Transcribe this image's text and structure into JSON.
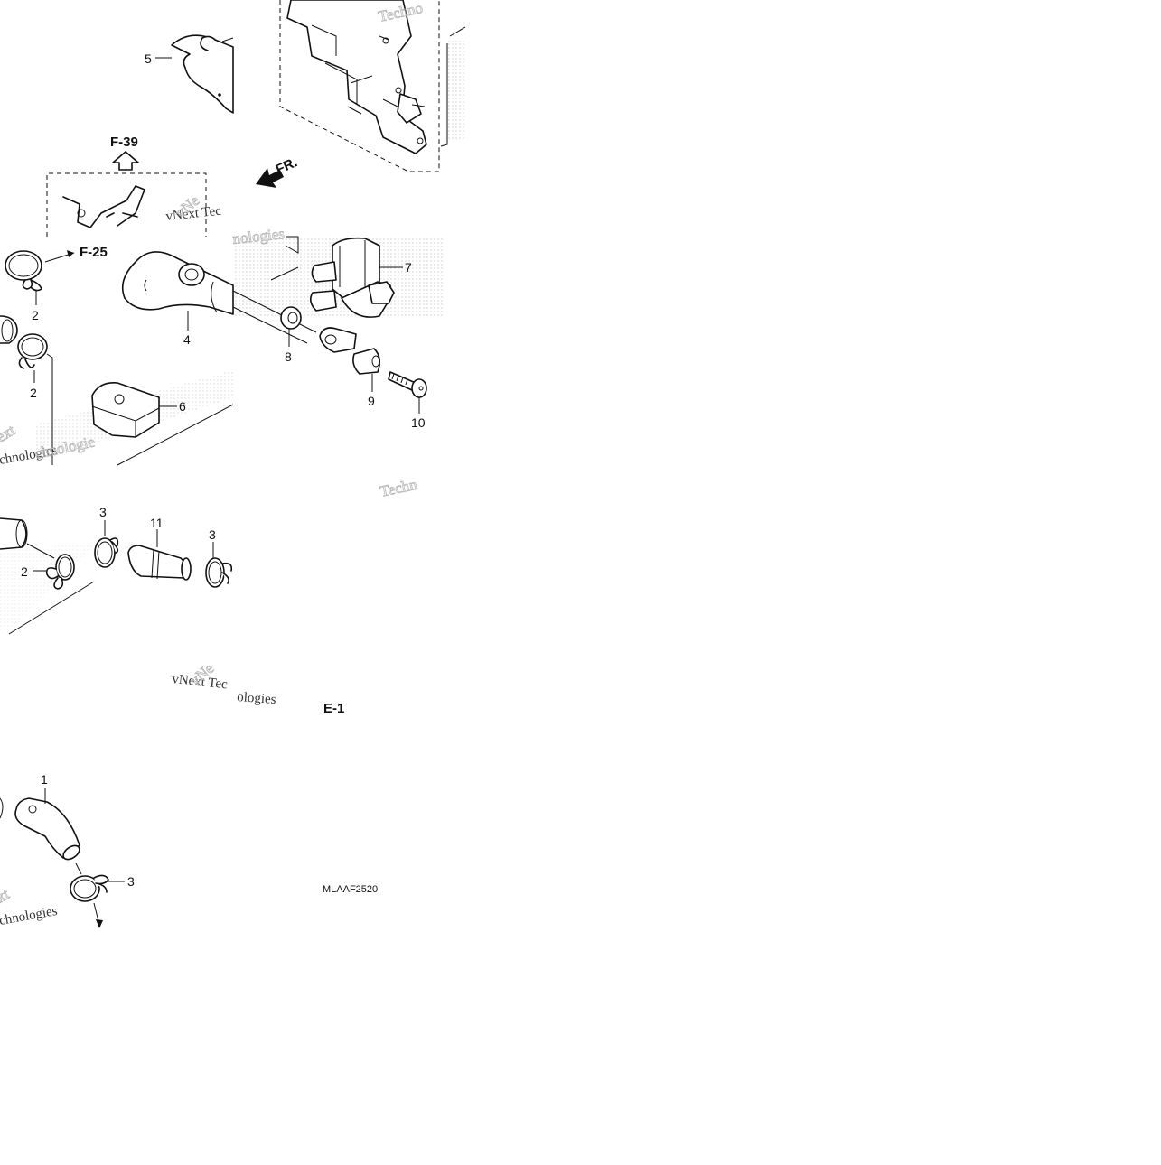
{
  "diagram": {
    "code": "MLAAF2520",
    "ref_labels": [
      "F-39",
      "F-25",
      "E-1"
    ],
    "direction_label": "FR.",
    "watermark_text": [
      "vNext Tec",
      "Techno",
      "Techn",
      "vNe",
      "ext",
      "chnologies",
      "nologies",
      "chnologie",
      "vNext Tec",
      "vNe",
      "ologies",
      "xt",
      "chnologies"
    ],
    "callouts": [
      "1",
      "2",
      "2",
      "2",
      "3",
      "3",
      "3",
      "4",
      "5",
      "6",
      "7",
      "8",
      "9",
      "10",
      "11"
    ]
  }
}
